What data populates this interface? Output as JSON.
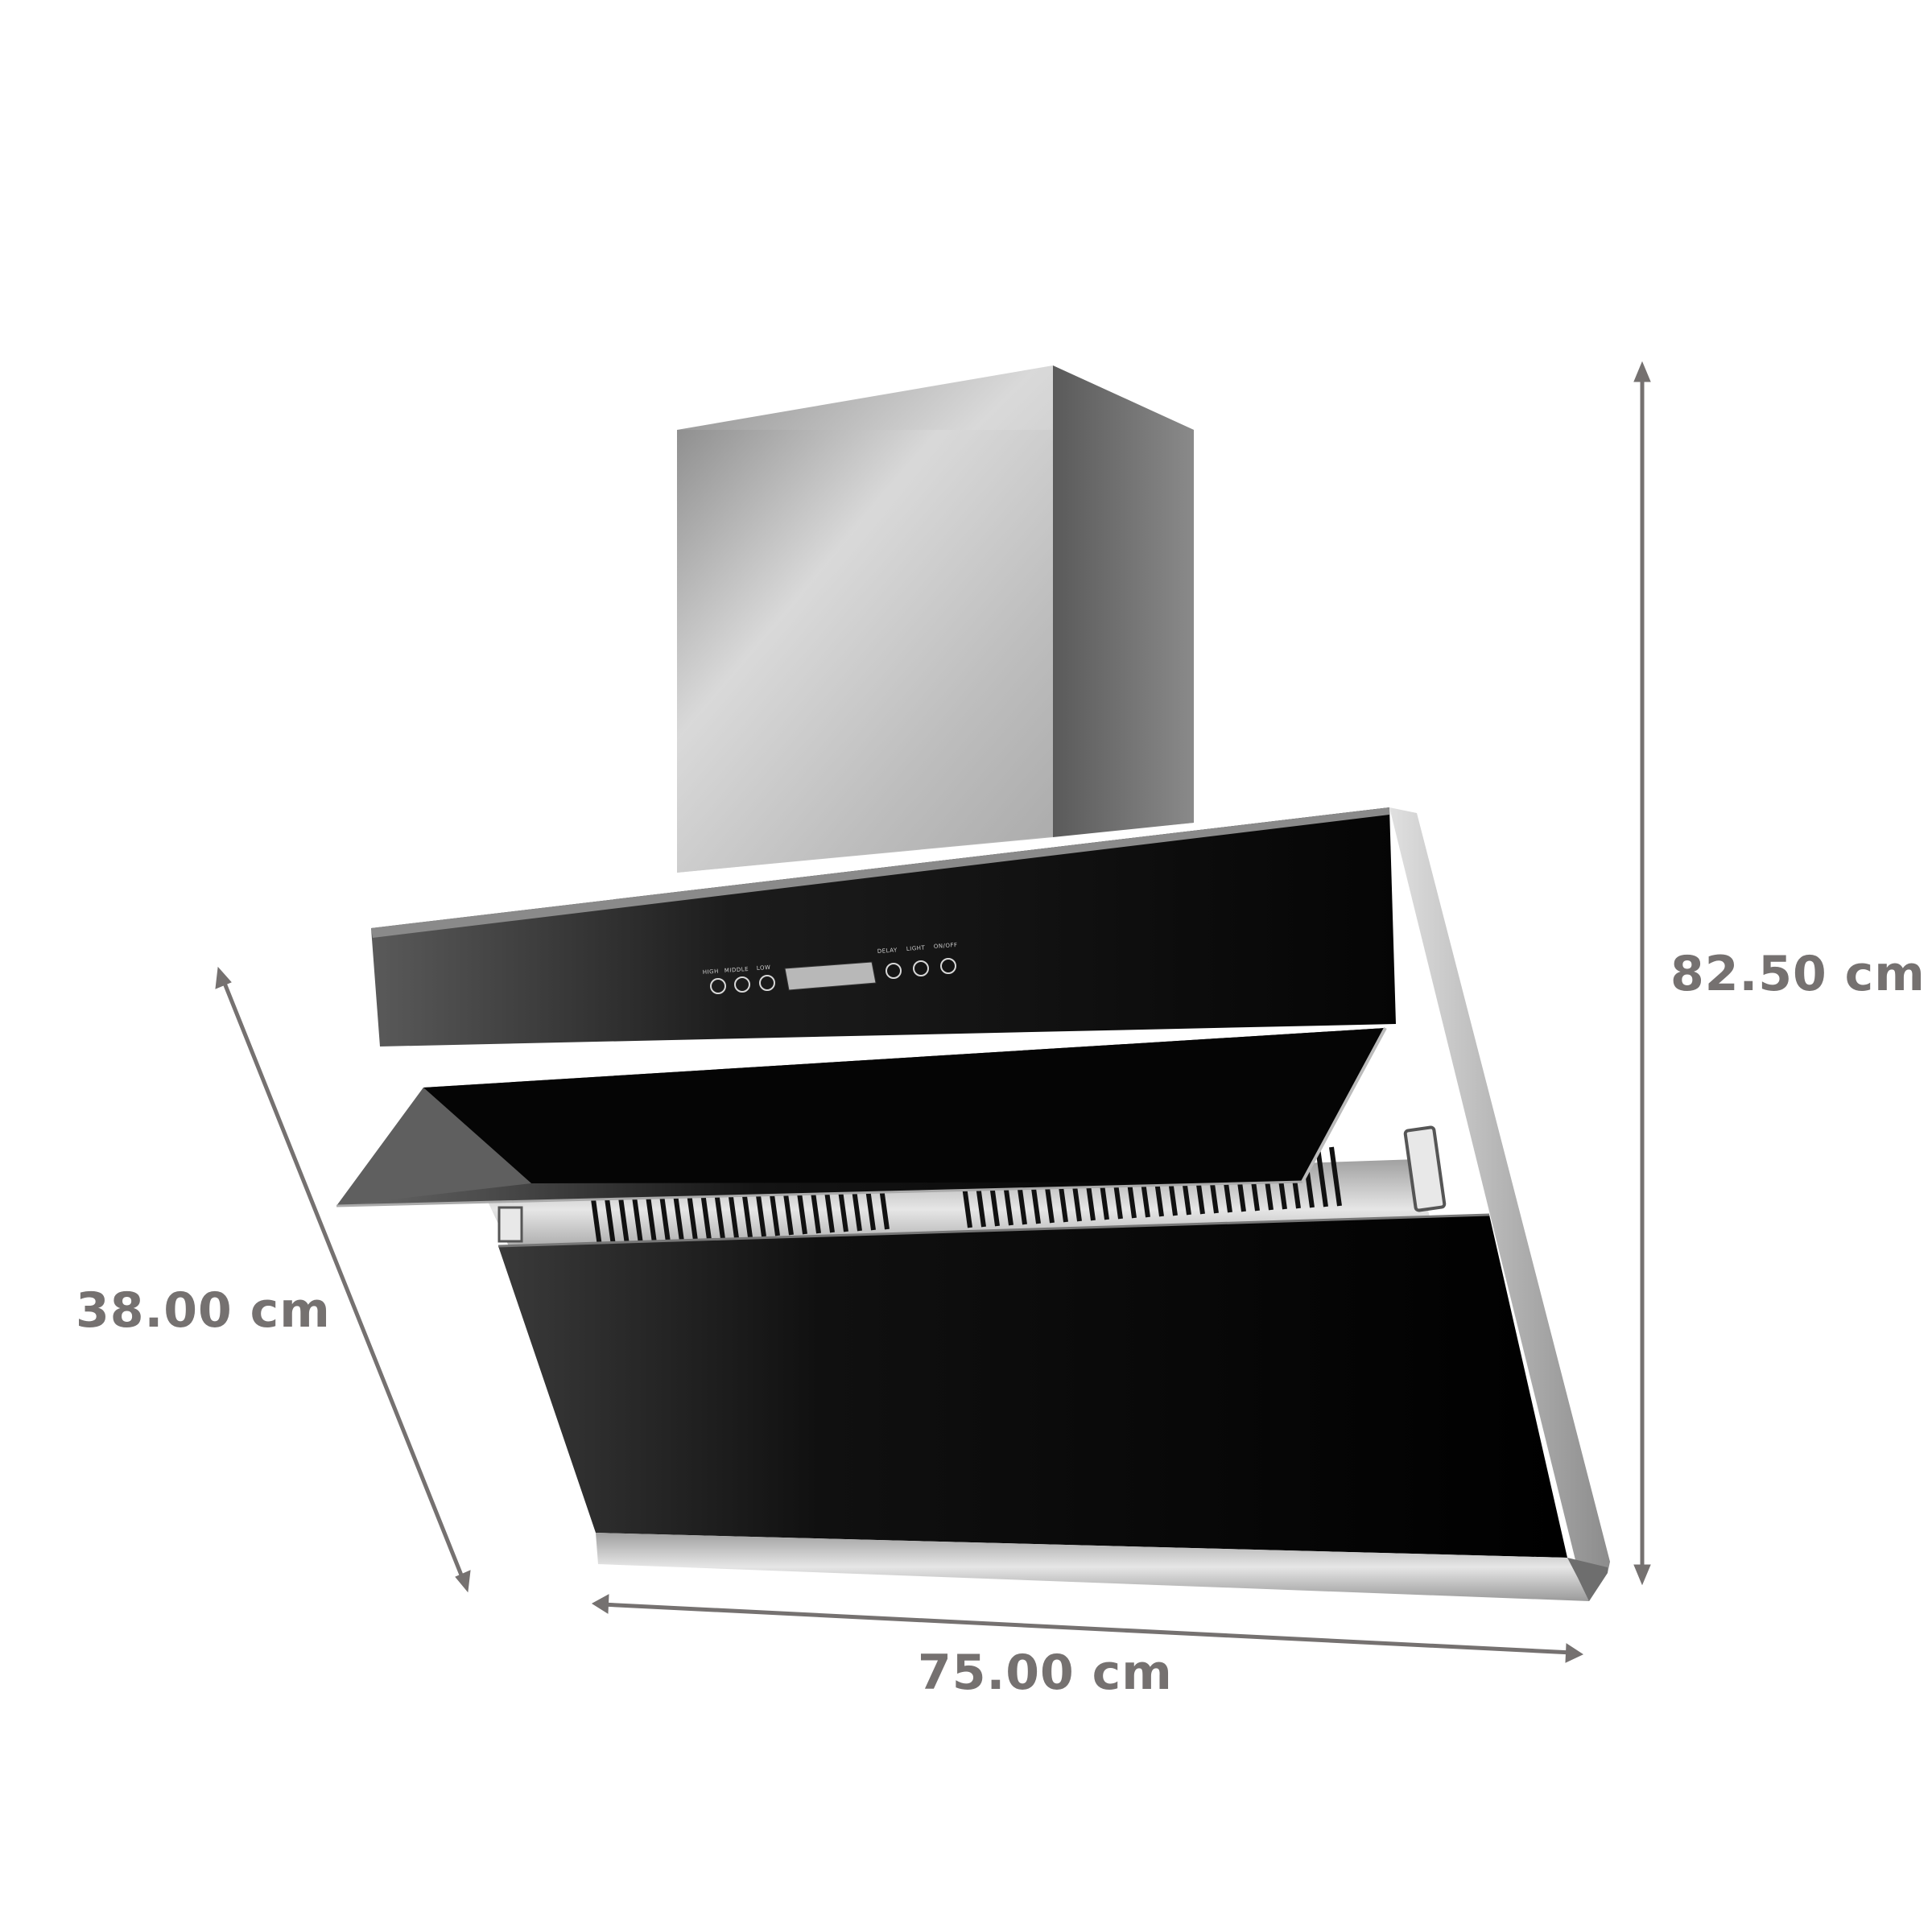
{
  "product": {
    "name": "Kitchen chimney hood (angled glass)",
    "colors": {
      "glass": "#050505",
      "steel_light": "#c9c9c9",
      "steel_dark": "#7a7a7a",
      "dimension": "#757170",
      "background": "#ffffff"
    }
  },
  "control_panel": {
    "left_labels": [
      "HIGH",
      "MIDDLE",
      "LOW"
    ],
    "right_labels": [
      "DELAY",
      "LIGHT",
      "ON/OFF"
    ],
    "left_buttons": [
      "high-speed",
      "middle-speed",
      "low-speed"
    ],
    "right_buttons": [
      "delay",
      "light",
      "power"
    ]
  },
  "dimensions": {
    "height": {
      "value": "82.50 cm",
      "orientation": "vertical"
    },
    "depth": {
      "value": "38.00 cm",
      "orientation": "diagonal"
    },
    "width": {
      "value": "75.00 cm",
      "orientation": "horizontal"
    }
  }
}
